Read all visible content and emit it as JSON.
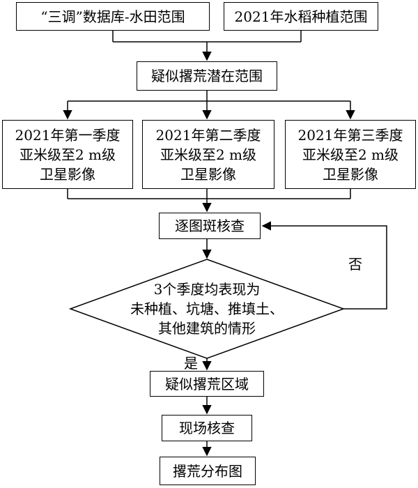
{
  "nodes": {
    "source_a": "“三调”数据库-水田范围",
    "source_b": "2021年水稻种植范围",
    "suspected_range": "疑似撂荒潜在范围",
    "imagery": [
      [
        "2021年第一季度",
        "亚米级至2 m级",
        "卫星影像"
      ],
      [
        "2021年第二季度",
        "亚米级至2 m级",
        "卫星影像"
      ],
      [
        "2021年第三季度",
        "亚米级至2 m级",
        "卫星影像"
      ]
    ],
    "check_each": "逐图斑核查",
    "decision": [
      "3个季度均表现为",
      "未种植、坑塘、推填土、",
      "其他建筑的情形"
    ],
    "suspected_area": "疑似撂荒区域",
    "field_check": "现场核查",
    "result_map": "撂荒分布图"
  },
  "edge_labels": {
    "yes": "是",
    "no": "否"
  }
}
